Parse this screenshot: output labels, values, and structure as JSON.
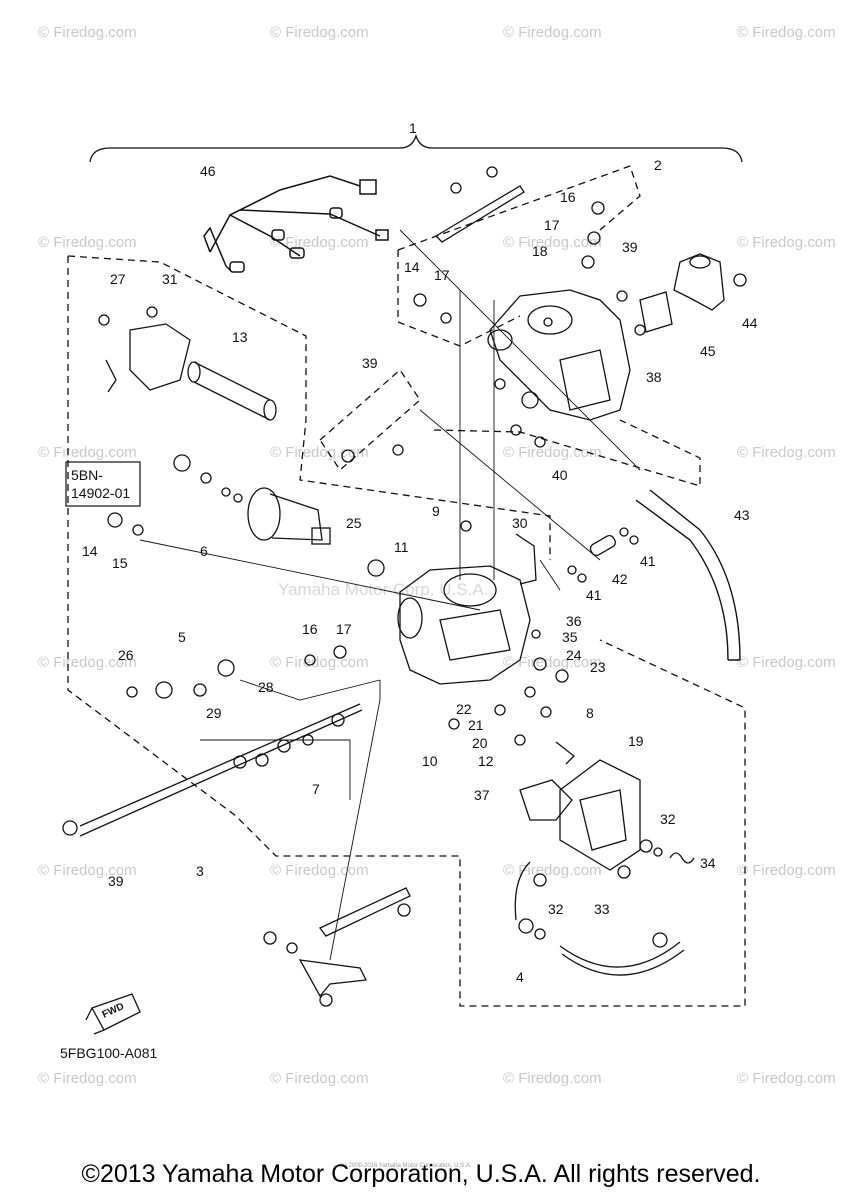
{
  "copyright": "©2013 Yamaha Motor Corporation, U.S.A. All rights reserved.",
  "smallprint": "(c) 2000-2016 Yamaha Motor Corporation, U.S.A.",
  "watermark": "© Firedog.com",
  "center_watermark": "Yamaha Motor Corp. U.S.A.",
  "diagram_code": "5FBG100-A081",
  "kit_label_line1": "5BN-",
  "kit_label_line2": "14902-01",
  "fwd_label": "FWD",
  "callouts": [
    "1",
    "2",
    "3",
    "4",
    "5",
    "6",
    "7",
    "8",
    "9",
    "10",
    "11",
    "12",
    "13",
    "14",
    "15",
    "16",
    "17",
    "18",
    "19",
    "20",
    "21",
    "22",
    "23",
    "24",
    "25",
    "26",
    "27",
    "28",
    "29",
    "30",
    "31",
    "32",
    "33",
    "34",
    "35",
    "36",
    "37",
    "38",
    "39",
    "40",
    "41",
    "42",
    "43",
    "44",
    "45",
    "46"
  ],
  "colors": {
    "line": "#111111",
    "watermark": "#c8c8c8"
  }
}
